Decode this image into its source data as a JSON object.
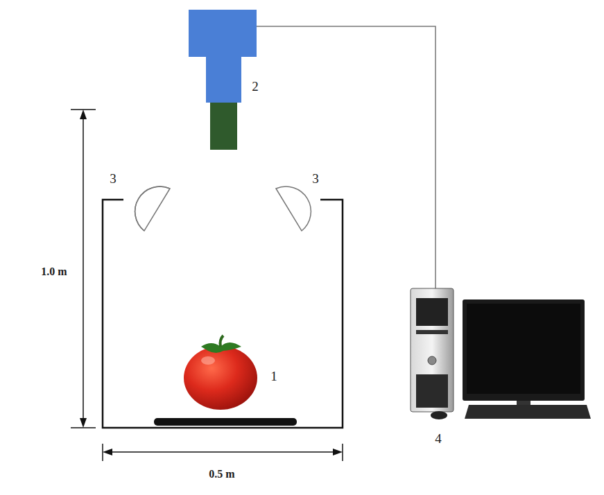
{
  "diagram": {
    "labels": [
      "2",
      "3",
      "3",
      "1.0 m",
      "1",
      "4",
      "0.5 m"
    ]
  }
}
